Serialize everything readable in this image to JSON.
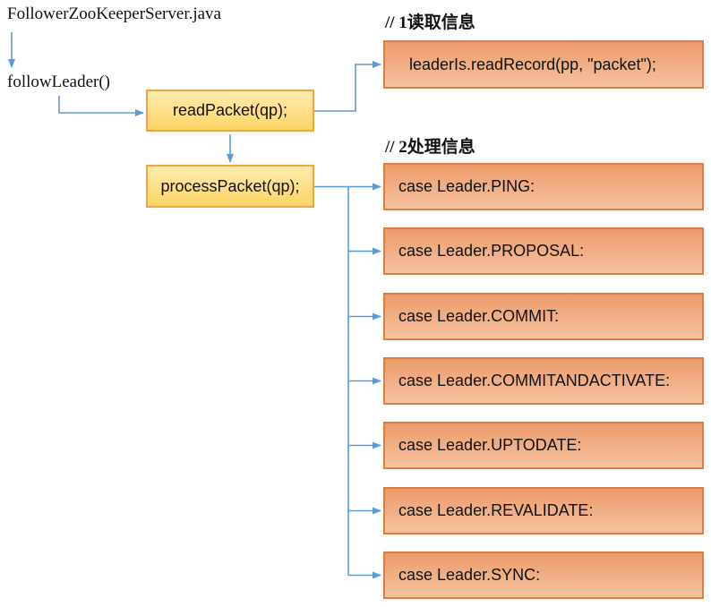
{
  "labels": {
    "file": "FollowerZooKeeperServer.java",
    "method": "followLeader()"
  },
  "nodes": {
    "read_packet": "readPacket(qp);",
    "process_packet": "processPacket(qp);",
    "read_record": "leaderIs.readRecord(pp, \"packet\");"
  },
  "sections": {
    "read": "// 1读取信息",
    "process": "// 2处理信息"
  },
  "cases": [
    "case Leader.PING:",
    "case Leader.PROPOSAL:",
    "case Leader.COMMIT:",
    "case Leader.COMMITANDACTIVATE:",
    "case Leader.UPTODATE:",
    "case Leader.REVALIDATE:",
    "case Leader.SYNC:"
  ],
  "colors": {
    "connector": "#5B9BD5",
    "yellow_fill_top": "#FFEBAE",
    "yellow_fill_bottom": "#FCD565",
    "yellow_border": "#F0A53C",
    "orange_fill_top": "#EC9B6B",
    "orange_fill_bottom": "#F6C29F",
    "orange_border": "#E07C3D",
    "text": "#111111",
    "background": "#FFFFFF"
  }
}
